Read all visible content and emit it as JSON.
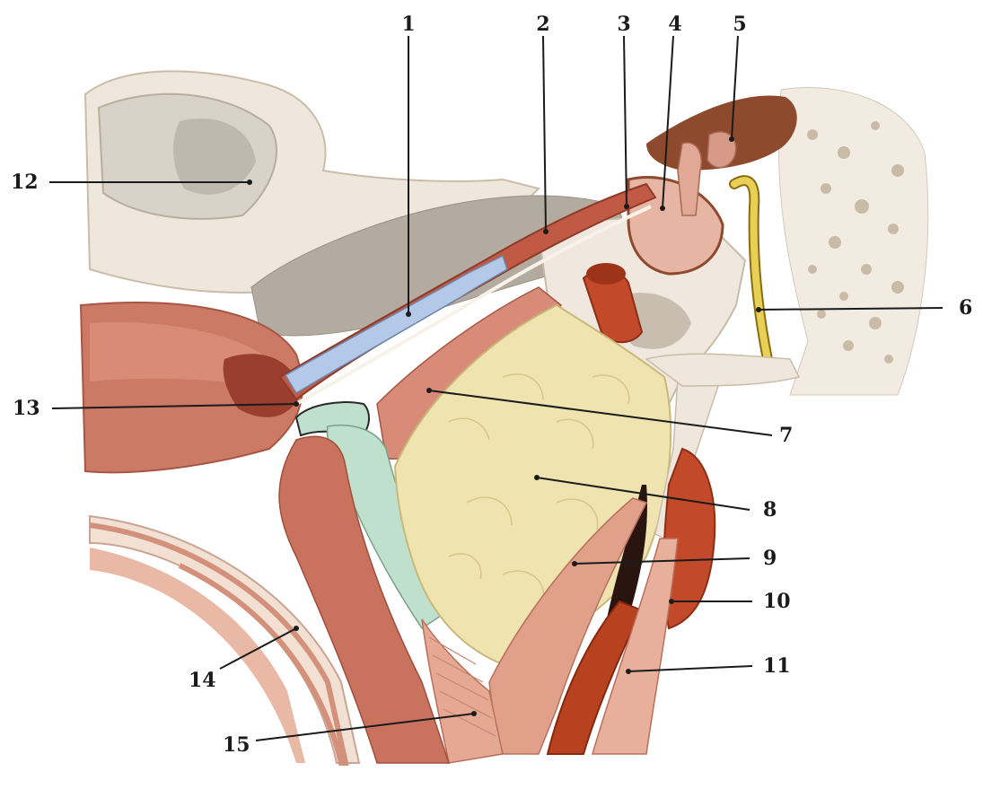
{
  "labels": {
    "l1": "1",
    "l2": "2",
    "l3": "3",
    "l4": "4",
    "l5": "5",
    "l6": "6",
    "l7": "7",
    "l8": "8",
    "l9": "9",
    "l10": "10",
    "l11": "11",
    "l12": "12",
    "l13": "13",
    "l14": "14",
    "l15": "15"
  },
  "colors": {
    "bone": "#efe6dc",
    "bone_shadow": "#c9bdaa",
    "cavity": "#a9a39a",
    "muscle": "#d88b78",
    "muscle_dark": "#b9614f",
    "mucosa": "#c8604c",
    "tube_lumen": "#b4c8e8",
    "gland": "#efe3b0",
    "cartilage": "#bfe0cc",
    "artery": "#c24a2a",
    "nerve": "#e8cf56",
    "ossicle": "#e0a895",
    "tympanic": "#8e4a2d"
  }
}
